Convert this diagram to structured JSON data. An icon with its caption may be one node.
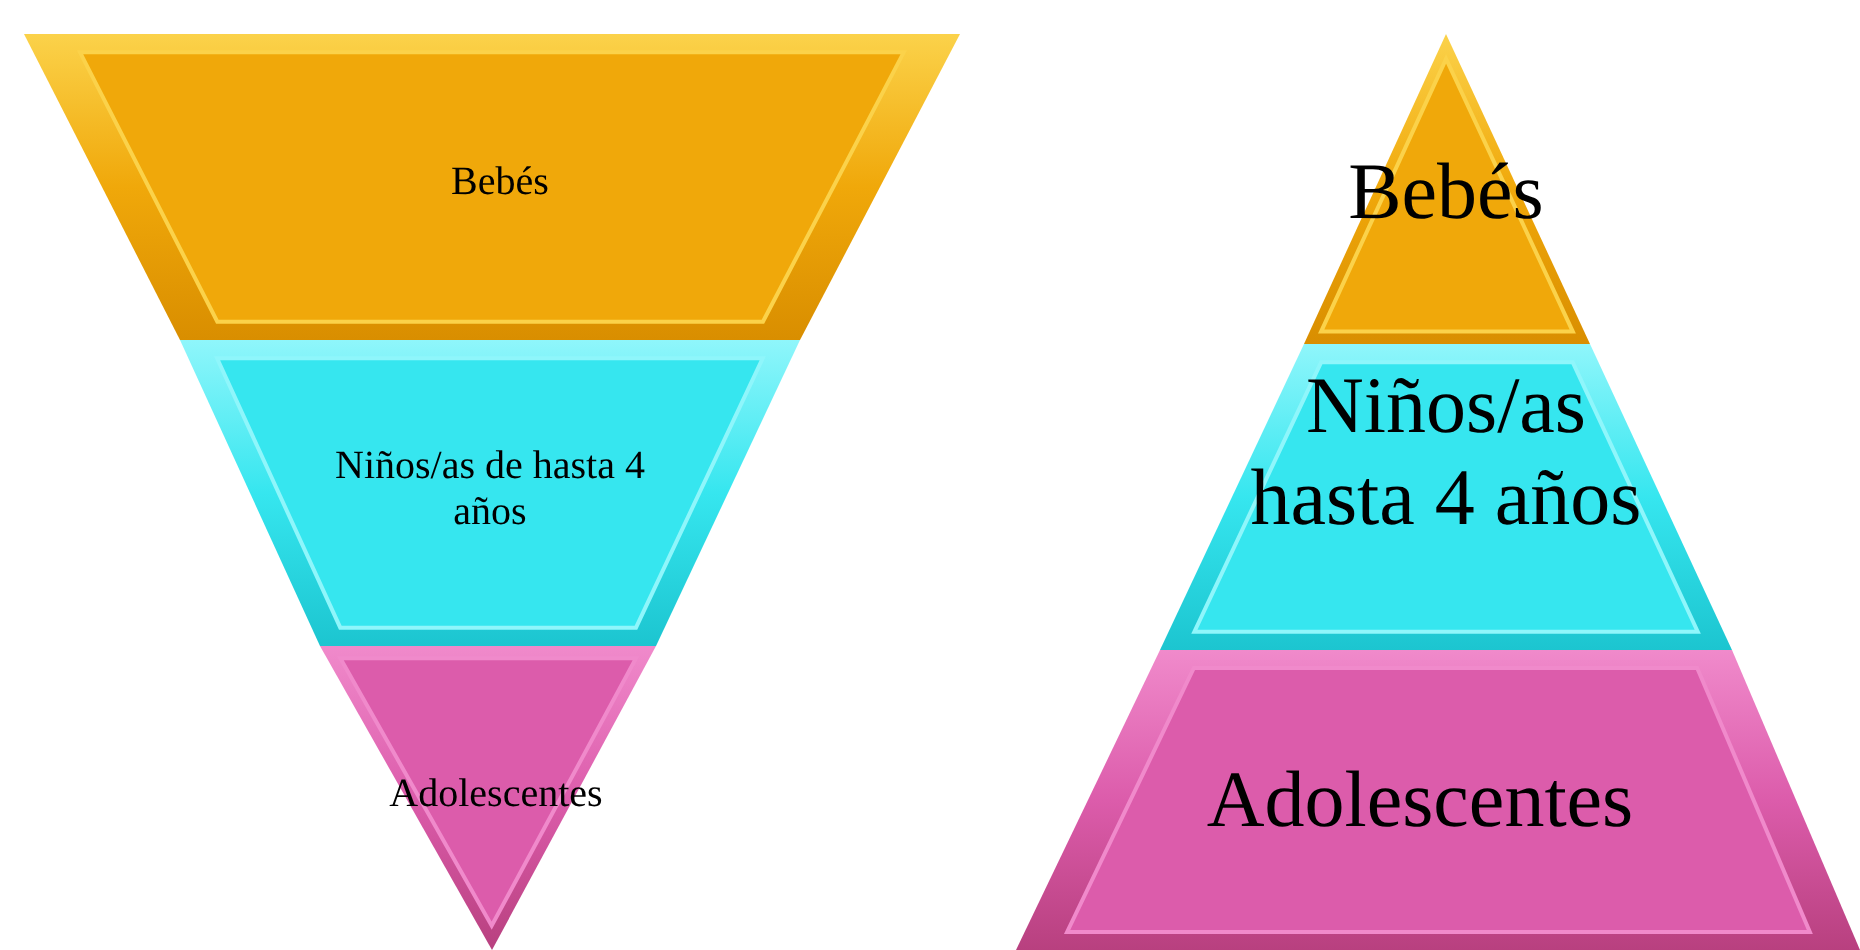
{
  "diagram": {
    "nodes": [
      {
        "text": [
          "Bebés"
        ]
      },
      {
        "text": [
          "Niños/as de hasta 4 años"
        ]
      },
      {
        "text": [
          "Adolescentes"
        ]
      },
      {
        "text": [
          "Bebés"
        ]
      },
      {
        "text": [
          "Niños/as hasta 4 años"
        ]
      },
      {
        "text": [
          "Adolescentes"
        ]
      }
    ]
  }
}
